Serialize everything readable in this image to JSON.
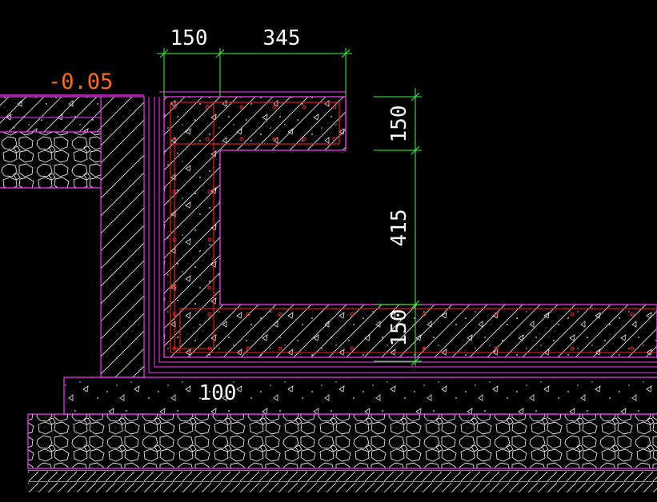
{
  "drawing": {
    "level_mark": "-0.05",
    "dim_top_left": "150",
    "dim_top_right": "345",
    "dim_right_top": "150",
    "dim_right_mid": "415",
    "dim_right_bottom": "150",
    "dim_bottom_layer": "100"
  },
  "colors": {
    "background": "#000000",
    "outline": "#ff33ff",
    "rebar": "#ff2222",
    "dimension": "#33ff33",
    "hatch": "#e8e8e8",
    "level": "#ff6a1a"
  }
}
